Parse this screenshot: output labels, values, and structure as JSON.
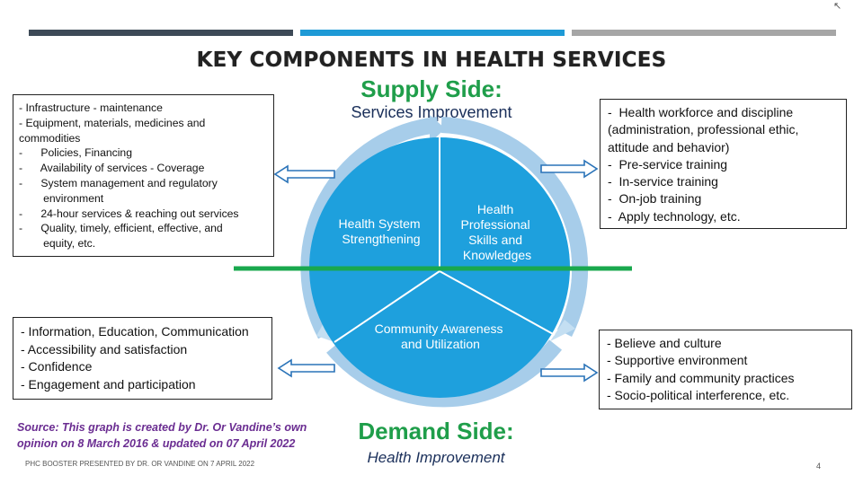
{
  "title": "KEY COMPONENTS IN HEALTH SERVICES",
  "supply": {
    "heading": "Supply Side:",
    "subheading": "Services Improvement"
  },
  "demand": {
    "heading": "Demand Side:",
    "subheading": "Health Improvement"
  },
  "cycle": {
    "left_segment": [
      "Health System",
      "Strengthening"
    ],
    "right_segment": [
      "Health",
      "Professional",
      "Skills and",
      "Knowledges"
    ],
    "bottom_segment": [
      "Community Awareness",
      "and  Utilization"
    ]
  },
  "top_left_box": {
    "items": [
      "- Infrastructure - maintenance",
      "- Equipment, materials, medicines and",
      "commodities",
      "-      Policies, Financing",
      "-      Availability of services - Coverage",
      "-      System management and regulatory",
      "        environment",
      "-      24-hour services & reaching out services",
      "-      Quality, timely, efficient, effective, and",
      "        equity, etc."
    ]
  },
  "top_right_box": {
    "items": [
      "-  Health workforce and discipline",
      "(administration, professional ethic,",
      "attitude and behavior)",
      "-  Pre-service training",
      "-  In-service training",
      "-  On-job training",
      "-  Apply technology, etc."
    ]
  },
  "bottom_left_box": {
    "items": [
      "- Information, Education, Communication",
      "- Accessibility and satisfaction",
      "- Confidence",
      "- Engagement and participation"
    ]
  },
  "bottom_right_box": {
    "items": [
      "- Believe and culture",
      "- Supportive environment",
      "- Family and community practices",
      "- Socio-political interference, etc."
    ]
  },
  "source": "Source: This graph is created by Dr. Or Vandine’s own opinion on 8 March 2016 & updated on 07 April 2022",
  "footer": "PHC BOOSTER PRESENTED BY DR. OR VANDINE ON 7 APRIL 2022",
  "page_number": "4",
  "colors": {
    "circle": "#1ea0dd",
    "ring": "#a7cdea",
    "divider": "#19a84e",
    "arrow": "#2a73b8",
    "bar_dark": "#3d4a57",
    "bar_blue": "#1e9ad6",
    "bar_gray": "#a6a6a6",
    "green_text": "#1f9e4a",
    "source_text": "#6a2c91"
  }
}
